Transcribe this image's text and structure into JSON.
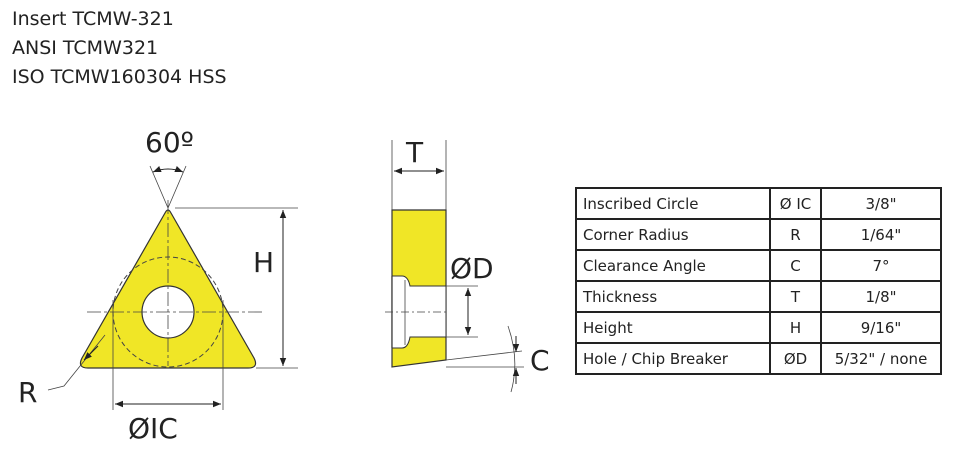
{
  "title": {
    "line1": "Insert TCMW-321",
    "line2": "ANSI TCMW321",
    "line3": "ISO TCMW160304 HSS"
  },
  "diagram": {
    "angle_label": "60º",
    "height_label": "H",
    "radius_label": "R",
    "ic_label": "ØIC",
    "thickness_label": "T",
    "hole_label": "ØD",
    "clearance_label": "C",
    "fill_color": "#f0e626"
  },
  "table": {
    "rows": [
      {
        "name": "Inscribed Circle",
        "symbol": "Ø IC",
        "value": "3/8\""
      },
      {
        "name": "Corner Radius",
        "symbol": "R",
        "value": "1/64\""
      },
      {
        "name": "Clearance Angle",
        "symbol": "C",
        "value": "7°"
      },
      {
        "name": "Thickness",
        "symbol": "T",
        "value": "1/8\""
      },
      {
        "name": "Height",
        "symbol": "H",
        "value": "9/16\""
      },
      {
        "name": "Hole / Chip Breaker",
        "symbol": "ØD",
        "value": "5/32\" / none"
      }
    ]
  }
}
